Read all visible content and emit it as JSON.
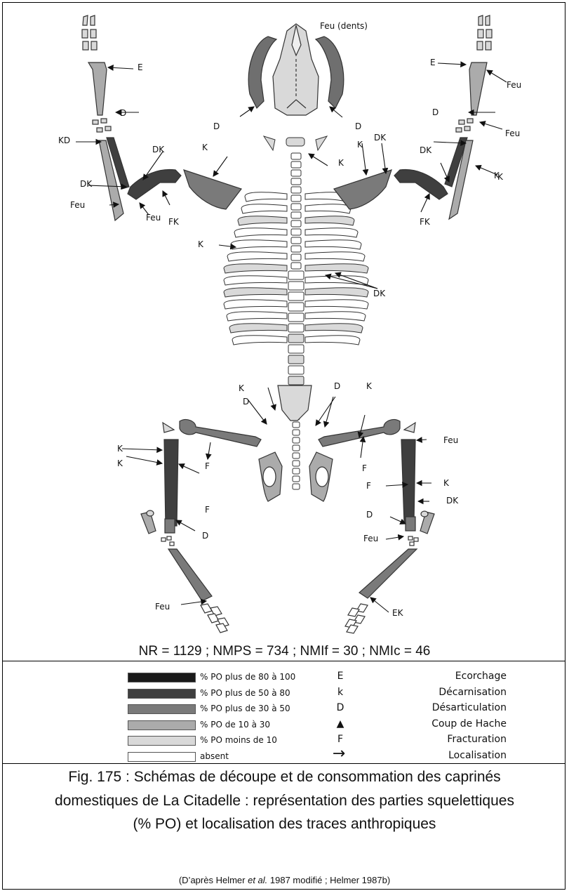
{
  "figure": {
    "top_labels": {
      "feu_dents": "Feu (dents)",
      "left_limb_top": [
        "E",
        "D",
        "KD",
        "DK",
        "DK",
        "Feu",
        "Feu",
        "FK",
        "K"
      ],
      "right_limb_top": [
        "E",
        "Feu",
        "D",
        "Feu",
        "DK",
        "DK",
        "K",
        "K",
        "FK",
        "K"
      ],
      "skull": [
        "D",
        "D",
        "K"
      ],
      "trunk": [
        "K",
        "DK"
      ],
      "pelvis": [
        "K",
        "D",
        "D",
        "K"
      ],
      "left_hind": [
        "K",
        "K",
        "F",
        "F",
        "D",
        "Feu"
      ],
      "right_hind": [
        "Feu",
        "K",
        "F",
        "DK",
        "D",
        "Feu",
        "F",
        "EK"
      ]
    },
    "stats_line": "NR = 1129 ; NMPS = 734 ; NMIf = 30 ; NMIc = 46"
  },
  "legend": {
    "swatches": [
      {
        "label": "% PO plus de 80 à 100",
        "color": "#1a1a1a"
      },
      {
        "label": "% PO  plus de 50 à 80",
        "color": "#3f3f3f"
      },
      {
        "label": "% PO plus de 30 à 50",
        "color": "#7a7a7a"
      },
      {
        "label": "% PO de 10 à 30",
        "color": "#ababab"
      },
      {
        "label": "% PO moins de 10",
        "color": "#d9d9d9"
      },
      {
        "label": "absent",
        "color": "#ffffff"
      }
    ],
    "codes": [
      {
        "code": "E",
        "meaning": "Ecorchage"
      },
      {
        "code": "k",
        "meaning": "Décarnisation"
      },
      {
        "code": "D",
        "meaning": "Désarticulation"
      },
      {
        "code": "▲",
        "meaning": "Coup de Hache"
      },
      {
        "code": "F",
        "meaning": "Fracturation"
      },
      {
        "code": "→",
        "meaning": "Localisation"
      }
    ]
  },
  "caption": {
    "line1": "Fig. 175 : Schémas de découpe et de consommation des caprinés",
    "line2": "domestiques de La Citadelle : représentation des parties squelettiques",
    "line3": "(% PO) et localisation des traces anthropiques",
    "source_pre": "(D’après Helmer ",
    "source_italic": "et al.",
    "source_post": " 1987 modifié ; Helmer 1987b)"
  }
}
